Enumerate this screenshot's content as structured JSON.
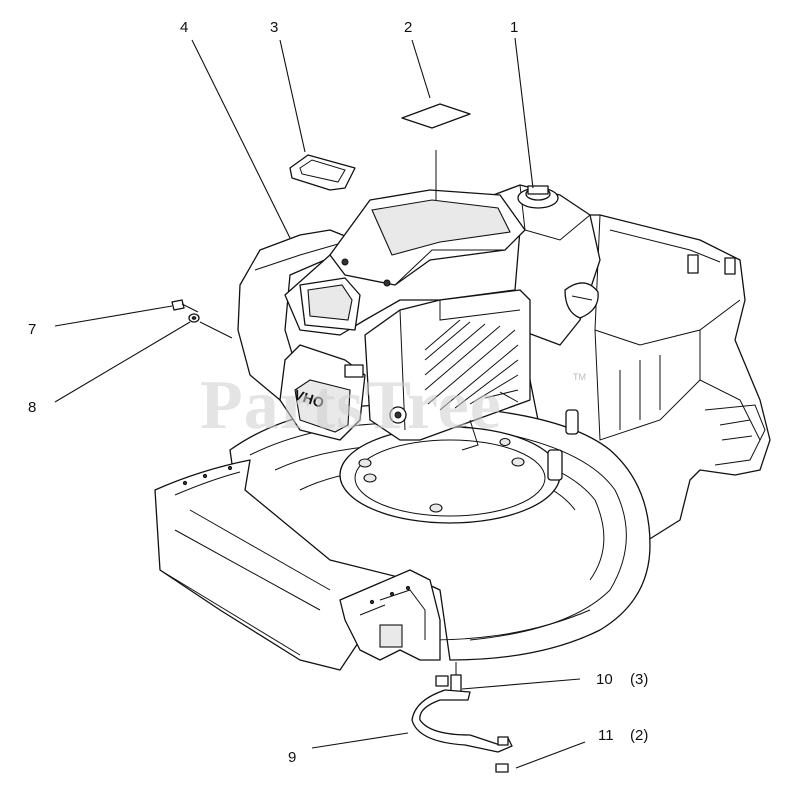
{
  "watermark": {
    "text": "PartsTree",
    "tm": "TM"
  },
  "engine_badge": "OHV",
  "callouts": [
    {
      "id": "1",
      "label": "1",
      "qty": ""
    },
    {
      "id": "2",
      "label": "2",
      "qty": ""
    },
    {
      "id": "3",
      "label": "3",
      "qty": ""
    },
    {
      "id": "4",
      "label": "4",
      "qty": ""
    },
    {
      "id": "7",
      "label": "7",
      "qty": ""
    },
    {
      "id": "8",
      "label": "8",
      "qty": ""
    },
    {
      "id": "9",
      "label": "9",
      "qty": ""
    },
    {
      "id": "10",
      "label": "10",
      "qty": "(3)"
    },
    {
      "id": "11",
      "label": "11",
      "qty": "(2)"
    }
  ]
}
